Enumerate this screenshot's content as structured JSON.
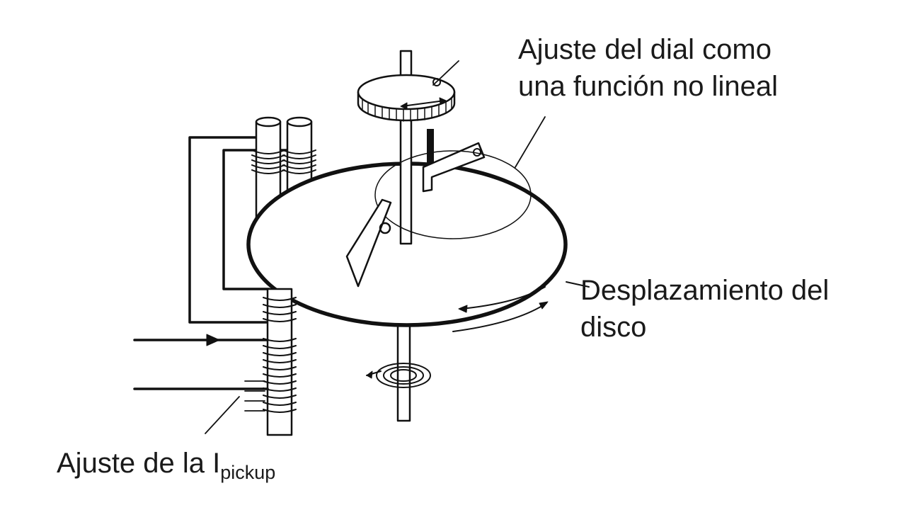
{
  "labels": {
    "dial_line1": "Ajuste del dial como",
    "dial_line2": "una función no lineal",
    "disk_line1": "Desplazamiento del",
    "disk_line2": "disco",
    "pickup_main": "Ajuste de la I",
    "pickup_sub": "pickup"
  }
}
